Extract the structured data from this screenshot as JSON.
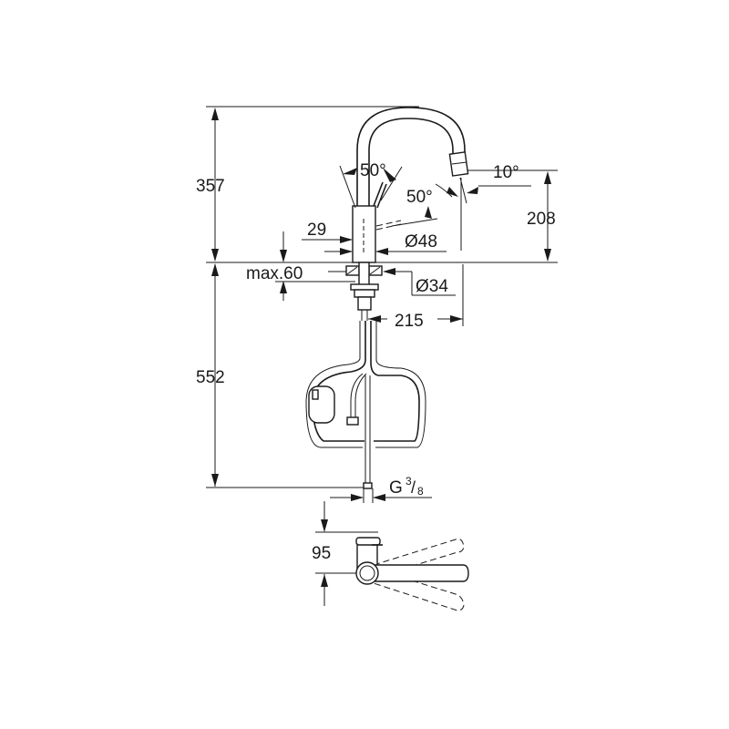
{
  "drawing": {
    "subject": "Kitchen faucet with pull-out spout — dimensional drawing",
    "line_color": "#1a1a1a",
    "background": "#ffffff"
  },
  "dimensions": {
    "height_above_deck": "357",
    "height_below_deck": "552",
    "spout_outlet_height": "208",
    "spout_reach": "215",
    "lever_swing_front": "50°",
    "lever_swing_side": "50°",
    "spout_tilt": "10°",
    "lever_offset": "29",
    "body_diameter": "Ø48",
    "hole_diameter": "Ø34",
    "max_deck_thickness": "max.60",
    "connection_thread_letter": "G",
    "connection_thread_num": "3",
    "connection_thread_den": "8",
    "plan_view_depth": "95"
  }
}
